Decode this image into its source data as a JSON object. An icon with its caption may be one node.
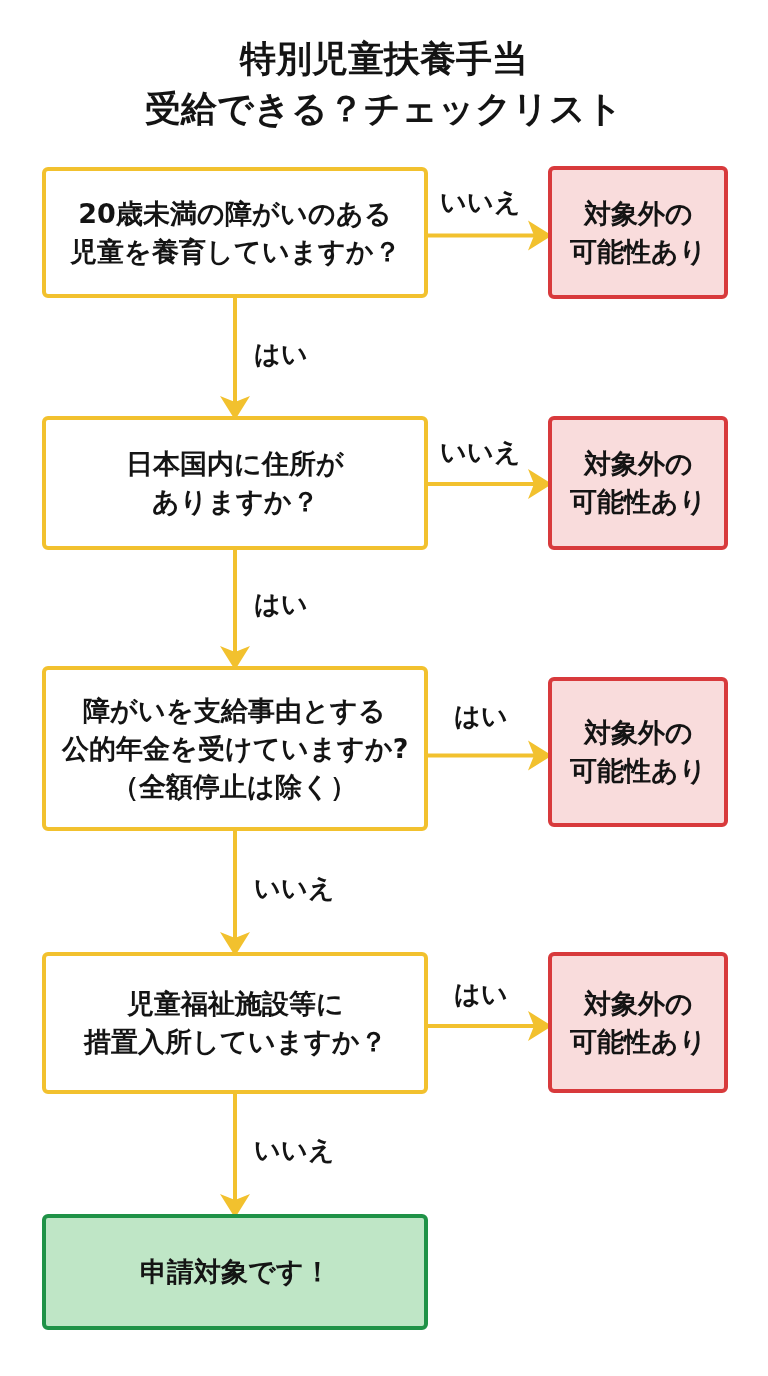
{
  "diagram": {
    "title": "特別児童扶養手当受給できる？チェックリスト",
    "nodes": [
      {
        "text": [
          "20歳未満の障がいのある児童を養育していますか？"
        ]
      },
      {
        "text": [
          "対象外の可能性あり"
        ]
      },
      {
        "text": [
          "日本国内に住所がありますか？"
        ]
      },
      {
        "text": [
          "対象外の可能性あり"
        ]
      },
      {
        "text": [
          "障がいを支給事由とする公的年金を受けていますか?（全額停止は除く）"
        ]
      },
      {
        "text": [
          "対象外の可能性あり"
        ]
      },
      {
        "text": [
          "児童福祉施設等に措置入所していますか？"
        ]
      },
      {
        "text": [
          "対象外の可能性あり"
        ]
      },
      {
        "text": [
          "申請対象です！"
        ]
      }
    ],
    "edges": [
      {
        "from": 0,
        "to": 1,
        "arrow": "to",
        "label": "いいえ"
      },
      {
        "from": 0,
        "to": 2,
        "arrow": "to",
        "label": "はい"
      },
      {
        "from": 2,
        "to": 3,
        "arrow": "to",
        "label": "いいえ"
      },
      {
        "from": 2,
        "to": 4,
        "arrow": "to",
        "label": "はい"
      },
      {
        "from": 4,
        "to": 5,
        "arrow": "to",
        "label": "はい"
      },
      {
        "from": 4,
        "to": 6,
        "arrow": "to",
        "label": "いいえ"
      },
      {
        "from": 6,
        "to": 7,
        "arrow": "to",
        "label": "はい"
      },
      {
        "from": 6,
        "to": 8,
        "arrow": "to",
        "label": "いいえ"
      }
    ]
  }
}
